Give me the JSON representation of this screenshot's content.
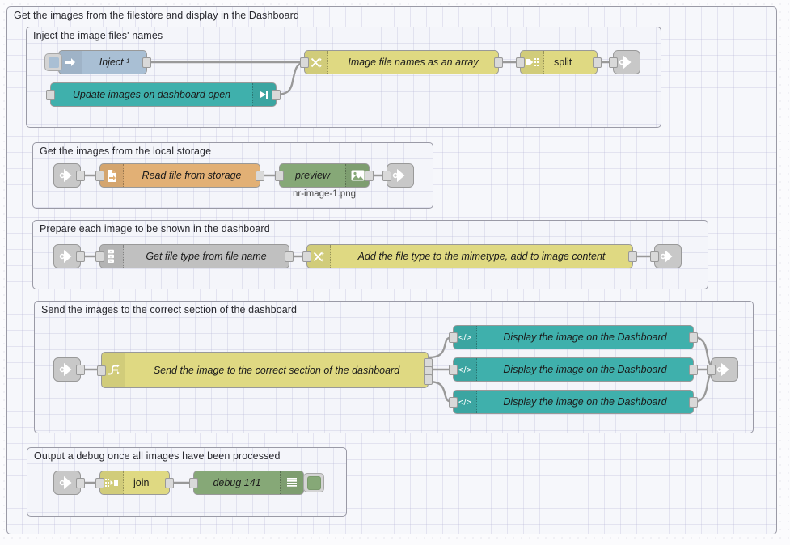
{
  "canvas": {
    "title": "Node-RED flow editor canvas"
  },
  "groups": [
    {
      "name": "outer-group",
      "label": "Get the images from the filestore and display in the Dashboard"
    },
    {
      "name": "group-inject",
      "label": "Inject the image files' names"
    },
    {
      "name": "group-storage",
      "label": "Get the images from the local storage"
    },
    {
      "name": "group-prepare",
      "label": "Prepare each image to be shown in the dashboard"
    },
    {
      "name": "group-send",
      "label": "Send the images to the correct section of the dashboard"
    },
    {
      "name": "group-debug",
      "label": "Output a debug once all images have been processed"
    }
  ],
  "nodes": {
    "inject": {
      "label": "Inject ¹",
      "icon": "inject-arrow-icon",
      "color": "#a9bfd4"
    },
    "update_images": {
      "label": "Update images on dashboard open",
      "icon": "arrow-right-icon",
      "color": "#3fb0ac"
    },
    "file_names": {
      "label": "Image file names as an array",
      "icon": "function-icon",
      "color": "#dfd982"
    },
    "split": {
      "label": "split",
      "icon": "split-icon",
      "color": "#dfd982"
    },
    "read_file": {
      "label": "Read file from storage",
      "icon": "file-icon",
      "color": "#e2b075"
    },
    "preview": {
      "label": "preview",
      "sublabel": "nr-image-1.png",
      "icon": "image-icon",
      "color": "#86a877"
    },
    "get_file_type": {
      "label": "Get file type from file name",
      "icon": "switch-abc-icon",
      "color": "#c0c0c0"
    },
    "add_mimetype": {
      "label": "Add the file type to the mimetype, add to image content",
      "icon": "function-icon",
      "color": "#dfd982"
    },
    "send_section": {
      "label": "Send the image to the correct section of the dashboard",
      "icon": "switch-icon",
      "color": "#dfd982"
    },
    "display1": {
      "label": "Display the image on the Dashboard",
      "icon": "code-icon",
      "color": "#3fb0ac"
    },
    "display2": {
      "label": "Display the image on the Dashboard",
      "icon": "code-icon",
      "color": "#3fb0ac"
    },
    "display3": {
      "label": "Display the image on the Dashboard",
      "icon": "code-icon",
      "color": "#3fb0ac"
    },
    "join": {
      "label": "join",
      "icon": "join-icon",
      "color": "#dfd982"
    },
    "debug": {
      "label": "debug 141",
      "icon": "debug-lines-icon",
      "color": "#86a877"
    }
  },
  "link_nodes": {
    "link_out_1": {
      "name": "link-out-top",
      "icon": "link-out-icon"
    },
    "link_in_2": {
      "name": "link-in-storage",
      "icon": "link-in-icon"
    },
    "link_out_2": {
      "name": "link-out-storage",
      "icon": "link-out-icon"
    },
    "link_in_3": {
      "name": "link-in-prepare",
      "icon": "link-in-icon"
    },
    "link_out_3": {
      "name": "link-out-prepare",
      "icon": "link-out-icon"
    },
    "link_in_4": {
      "name": "link-in-send",
      "icon": "link-in-icon"
    },
    "link_out_4": {
      "name": "link-out-send",
      "icon": "link-out-icon"
    },
    "link_in_5": {
      "name": "link-in-debug",
      "icon": "link-in-icon"
    }
  },
  "colors": {
    "yellow": "#dfd982",
    "teal": "#3fb0ac",
    "orange": "#e2b075",
    "green": "#86a877",
    "grey": "#c0c0c0",
    "inject_blue": "#a9bfd4",
    "group_border": "#9a9aa6",
    "wire": "#999999",
    "canvas_bg": "#fbfbfd"
  }
}
